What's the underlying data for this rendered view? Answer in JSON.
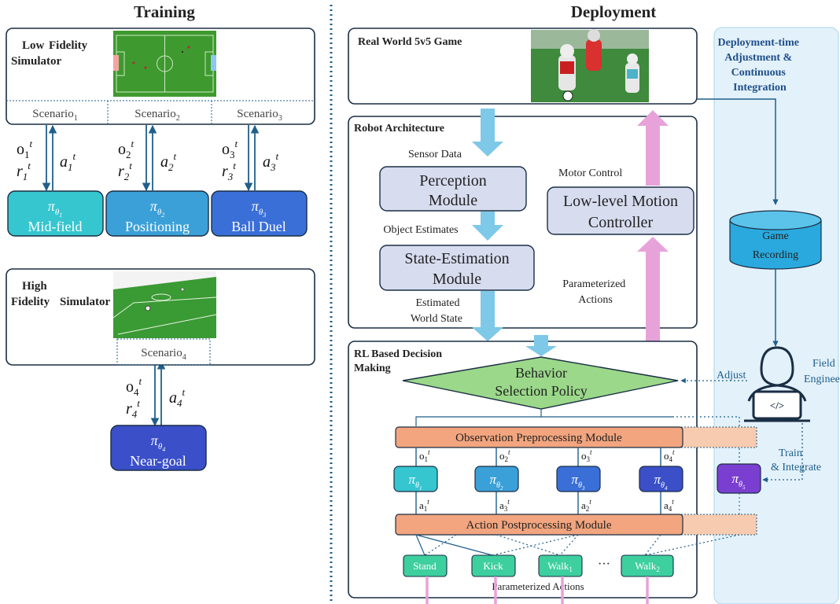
{
  "colors": {
    "border": "#1a2e44",
    "dark_blue_line": "#1f5f8b",
    "sky_arrow": "#7ec8e8",
    "pink_arrow": "#e7a3d9",
    "policy_cyan": "#35c6d0",
    "policy_mid": "#3ba0d8",
    "policy_blue": "#3a6fd8",
    "policy_navy": "#3a4fc8",
    "policy_purple": "#7a3fd0",
    "orange_module": "#f2a57e",
    "orange_faded": "#f7cbb0",
    "green_diamond": "#9bd88a",
    "teal_action": "#3ecf9f",
    "module_fill": "#d7dcef",
    "side_panel": "#e3f1fa",
    "cylinder": "#2aa9de"
  },
  "training": {
    "title": "Training",
    "low_fidelity": {
      "label": "Low Fidelity Simulator",
      "scenarios": [
        "Scenario1",
        "Scenario2",
        "Scenario3"
      ]
    },
    "high_fidelity": {
      "label": "High Fidelity Simulator",
      "scenario": "Scenario4"
    },
    "observations": [
      {
        "o": "o1t",
        "r": "r1t",
        "a": "a1t"
      },
      {
        "o": "o2t",
        "r": "r2t",
        "a": "a2t"
      },
      {
        "o": "o3t",
        "r": "r3t",
        "a": "a3t"
      },
      {
        "o": "o4t",
        "r": "r4t",
        "a": "a4t"
      }
    ],
    "policies": [
      {
        "symbol": "πθ1",
        "name": "Mid-field"
      },
      {
        "symbol": "πθ2",
        "name": "Positioning"
      },
      {
        "symbol": "πθ3",
        "name": "Ball Duel"
      },
      {
        "symbol": "πθ4",
        "name": "Near-goal"
      }
    ]
  },
  "deployment": {
    "title": "Deployment",
    "real_world": "Real World 5v5 Game",
    "side_panel_title": "Deployment-time Adjustment & Continuous Integration",
    "robot_architecture": {
      "title": "Robot Architecture",
      "sensor_data": "Sensor Data",
      "perception": "Perception Module",
      "object_estimates": "Object Estimates",
      "state_estimation": "State-Estimation Module",
      "estimated_world_state": "Estimated World State",
      "motor_control": "Motor Control",
      "low_level": "Low-level Motion Controller",
      "parameterized_actions": "Parameterized Actions"
    },
    "rl": {
      "title": "RL Based Decision Making",
      "behavior_policy": "Behavior Selection Policy",
      "observation_module": "Observation Preprocessing Module",
      "action_module": "Action Postprocessing Module",
      "obs_labels": [
        "o1t",
        "o2t",
        "o3t",
        "o4t"
      ],
      "act_labels": [
        "a1t",
        "a3t",
        "a2t",
        "a4t"
      ],
      "policies": [
        "πθ1",
        "πθ2",
        "πθ3",
        "πθ4",
        "πθ5"
      ],
      "actions": [
        "Stand",
        "Kick",
        "Walk1",
        "···",
        "Walk2"
      ],
      "parameterized_actions": "Parameterized Actions"
    },
    "game_recording": "Game Recording",
    "adjust": "Adjust",
    "field_engineer": "Field Engineer",
    "code_symbol": "</>",
    "train_integrate": "Train & Integrate"
  }
}
